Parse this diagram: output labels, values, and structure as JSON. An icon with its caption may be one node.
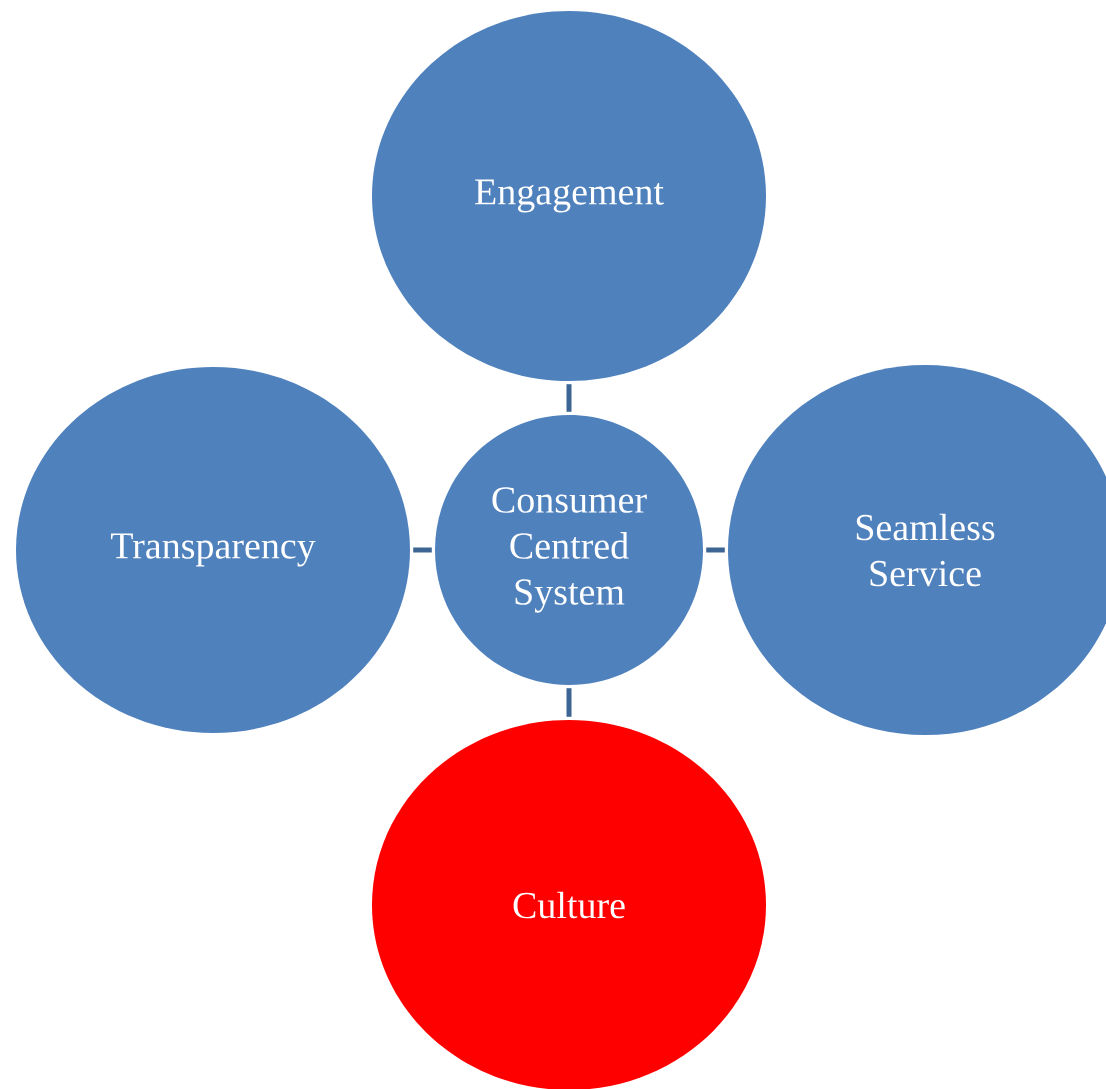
{
  "diagram": {
    "nodes": [
      {
        "text": [
          "Consumer Centred System"
        ]
      },
      {
        "text": [
          "Engagement"
        ]
      },
      {
        "text": [
          "Transparency"
        ]
      },
      {
        "text": [
          "Seamless Service"
        ]
      },
      {
        "text": [
          "Culture"
        ]
      }
    ],
    "edges": [
      {
        "from": 0,
        "to": 1,
        "arrow": "none"
      },
      {
        "from": 0,
        "to": 2,
        "arrow": "none"
      },
      {
        "from": 0,
        "to": 3,
        "arrow": "none"
      },
      {
        "from": 0,
        "to": 4,
        "arrow": "none"
      }
    ]
  }
}
